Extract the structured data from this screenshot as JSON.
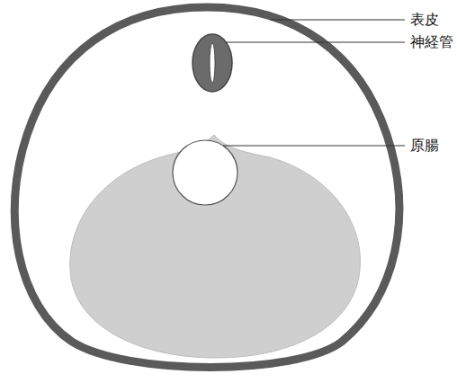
{
  "diagram": {
    "labels": [
      "表皮",
      "神経管",
      "原腸"
    ]
  }
}
